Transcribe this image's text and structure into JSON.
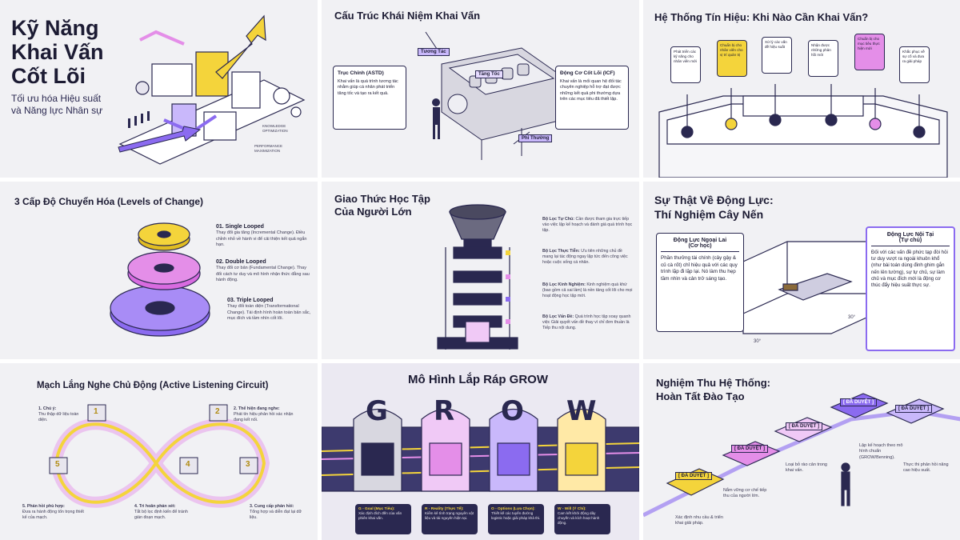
{
  "colors": {
    "navy": "#2a2850",
    "yellow": "#f4d43b",
    "purple": "#8b6bf0",
    "pink": "#e48ee8",
    "grid_bg": "#f1f1f4"
  },
  "panel1": {
    "title_lines": [
      "Kỹ Năng",
      "Khai Vấn",
      "Cốt Lõi"
    ],
    "subtitle_lines": [
      "Tối ưu hóa Hiệu suất",
      "và Năng lực Nhân sự"
    ],
    "tag_knowledge": "KNOWLEDGE OPTIMIZATION",
    "tag_performance": "PERFORMANCE MAXIMIZATION"
  },
  "panel2": {
    "title": "Cấu Trúc Khái Niệm Khai Vấn",
    "tag_tuong_tac": "Tương Tác",
    "tag_tang_toc": "Tăng Tốc",
    "tag_phi_thuong": "Phi Thường",
    "left_heading": "Trục Chính (ASTD)",
    "left_body": "Khai vấn là quá trình tương tác nhằm giúp cá nhân phát triển tăng tốc và tạo ra kết quả.",
    "right_heading": "Động Cơ Cốt Lõi (ICF)",
    "right_body": "Khai vấn là mối quan hệ đối tác chuyên nghiệp hỗ trợ đạt được những kết quả phi thường dựa trên các mục tiêu đã thiết lập."
  },
  "panel3": {
    "title": "Hệ Thống Tín Hiệu: Khi Nào Cần Khai Vấn?",
    "signs": [
      "Phát triển các kỹ năng cho nhân viên mới",
      "Chuẩn bị cho nhân viên cho vị trí quản trị",
      "Xử lý các vấn đề hiệu suất",
      "Nhận được những phản hồi mới",
      "Chuẩn bị cho mục tiêu thực hiện mới",
      "Khắc phục về sự cố và đưa ra giải pháp"
    ]
  },
  "panel4": {
    "title": "3 Cấp Độ Chuyển Hóa (Levels of Change)",
    "levels": [
      {
        "name": "01. Single Looped",
        "desc": "Thay đổi gia tăng (Incremental Change). Điều chỉnh nhỏ về hành vi để cải thiện kết quả ngắn hạn."
      },
      {
        "name": "02. Double Looped",
        "desc": "Thay đổi cơ bản (Fundamental Change). Thay đổi cách tư duy và mô hình nhận thức đằng sau hành động."
      },
      {
        "name": "03. Triple Looped",
        "desc": "Thay đổi toàn diện (Transformational Change). Tái định hình hoàn toàn bản sắc, mục đích và tầm nhìn cốt lõi."
      }
    ]
  },
  "panel5": {
    "title_lines": [
      "Giao Thức Học Tập",
      "Của Người Lớn"
    ],
    "filters": [
      {
        "name": "Bộ Lọc Tự Chủ:",
        "desc": "Cần được tham gia trực tiếp vào việc lập kế hoạch và đánh giá quá trình học tập."
      },
      {
        "name": "Bộ Lọc Thực Tiễn:",
        "desc": "Ưu tiên những chủ đề mang lại tác động ngay lập tức đến công việc hoặc cuộc sống cá nhân."
      },
      {
        "name": "Bộ Lọc Kinh Nghiệm:",
        "desc": "Kinh nghiệm quá khứ (bao gồm cả sai lầm) là nền tảng cốt lõi cho mọi hoạt động học tập mới."
      },
      {
        "name": "Bộ Lọc Vấn Đề:",
        "desc": "Quá trình học tập xoay quanh việc Giải quyết vấn đề thay vì chỉ đơn thuần là Tiếp thu nội dung."
      }
    ]
  },
  "panel6": {
    "title_lines": [
      "Sự Thật Về Động Lực:",
      "Thí Nghiệm Cây Nến"
    ],
    "left_heading_lines": [
      "Động Lực Ngoại Lai",
      "(Cơ học)"
    ],
    "left_body": "Phần thưởng tài chính (cây gậy & củ cà rốt) chỉ hiệu quả với các quy trình lặp đi lặp lại. Nó làm thu hẹp tầm nhìn và cản trở sáng tạo.",
    "right_heading_lines": [
      "Động Lực Nội Tại",
      "(Tự chủ)"
    ],
    "right_body": "Đối với các vấn đề phức tạp đòi hỏi tư duy vượt ra ngoài khuôn khổ (như bài toán dùng đinh ghim gắn nến lên tường), sự tự chủ, sự làm chủ và mục đích mới là động cơ thúc đẩy hiệu suất thực sự.",
    "angle_left": "30°",
    "angle_right": "30°"
  },
  "panel7": {
    "title": "Mạch Lắng Nghe Chủ Động (Active Listening Circuit)",
    "nodes": [
      {
        "num": "1",
        "name": "1. Chú ý:",
        "desc": "Thu thập dữ liệu toàn diện."
      },
      {
        "num": "2",
        "name": "2. Thể hiện đang nghe:",
        "desc": "Phát tín hiệu phản hồi xác nhận đang kết nối."
      },
      {
        "num": "3",
        "name": "3. Cung cấp phản hồi:",
        "desc": "Tổng hợp và diễn đạt lại dữ liệu."
      },
      {
        "num": "4",
        "name": "4. Trì hoãn phán xét:",
        "desc": "Tắt bộ lọc định kiến để tránh gián đoạn mạch."
      },
      {
        "num": "5",
        "name": "5. Phản hồi phù hợp:",
        "desc": "Đưa ra hành động tốn trọng thiết kế của mạch."
      }
    ]
  },
  "panel8": {
    "title": "Mô Hình Lắp Ráp GROW",
    "letters": [
      "G",
      "R",
      "O",
      "W"
    ],
    "gates": [
      {
        "name": "G - Goal (Mục Tiêu):",
        "desc": "Xác định đích đến của vấn phiên khai vấn."
      },
      {
        "name": "R - Reality (Thực Tế):",
        "desc": "Kiểm kê tình trạng nguyên vật liệu và tài nguyên hiện tại."
      },
      {
        "name": "O - Options (Lựa Chọn):",
        "desc": "Thiết kế các tuyến đường logistic hoặc giải pháp khả thi."
      },
      {
        "name": "W - Will (Ý Chí):",
        "desc": "Cam kết khởi động dây chuyền và kích hoạt hành động."
      }
    ]
  },
  "panel9": {
    "title_lines": [
      "Nghiệm Thu Hệ Thống:",
      "Hoàn Tất Đào Tạo"
    ],
    "badge": "[ ĐÃ DUYỆT ]",
    "steps": [
      "Xác định nhu cầu & triển khai giải pháp.",
      "Nắm vững cơ chế tiếp thu của người lớn.",
      "Loại bỏ rào cản trong khai vấn.",
      "Lập kế hoạch theo mô hình chuẩn (GROW/Benning).",
      "Thực thi phản hồi nâng cao hiệu suất."
    ]
  }
}
